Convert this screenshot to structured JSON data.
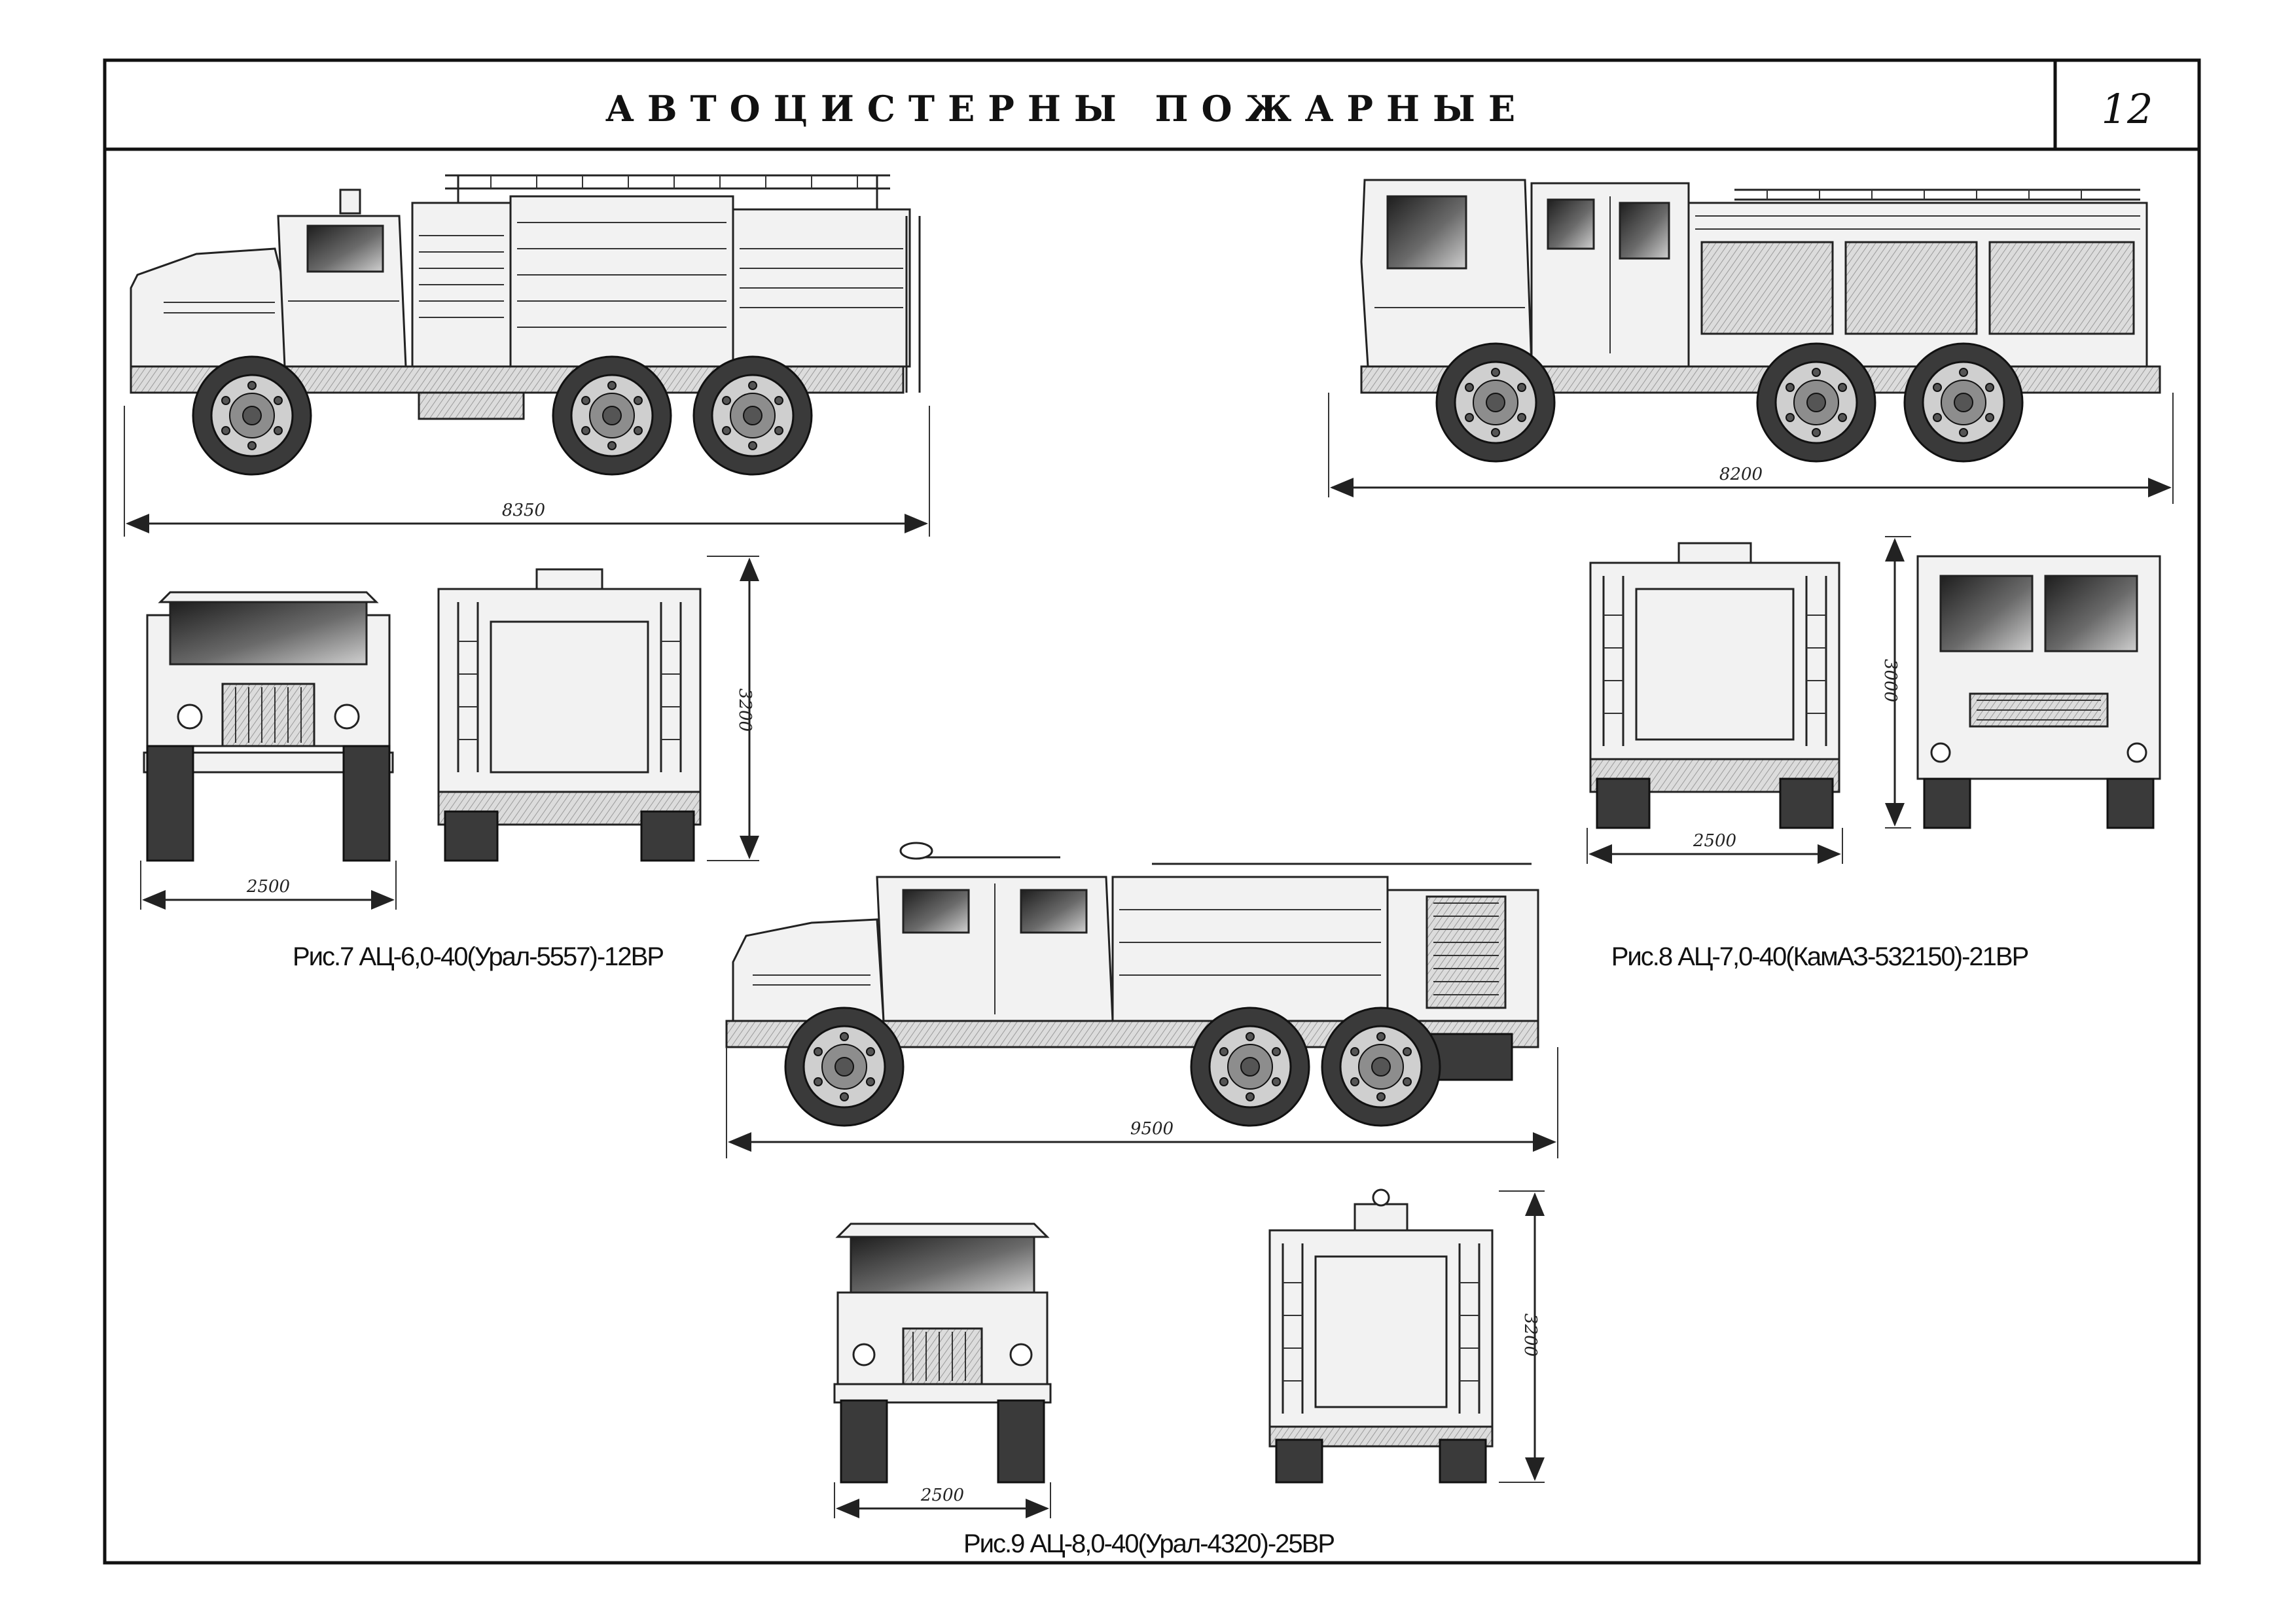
{
  "header": {
    "title": "АВТОЦИСТЕРНЫ ПОЖАРНЫЕ",
    "page_number": "12"
  },
  "figures": [
    {
      "id": "fig7",
      "caption": "Рис.7 АЦ-6,0-40(Урал-5557)-12ВР",
      "dimensions": {
        "length": "8350",
        "width": "2500",
        "height": "3200"
      }
    },
    {
      "id": "fig8",
      "caption": "Рис.8 АЦ-7,0-40(КамАЗ-532150)-21ВР",
      "dimensions": {
        "length": "8200",
        "width": "2500",
        "height": "3000"
      }
    },
    {
      "id": "fig9",
      "caption": "Рис.9 АЦ-8,0-40(Урал-4320)-25ВР",
      "dimensions": {
        "length": "9500",
        "width": "2500",
        "height": "3200"
      }
    }
  ],
  "colors": {
    "ink": "#111111",
    "paper": "#ffffff"
  }
}
